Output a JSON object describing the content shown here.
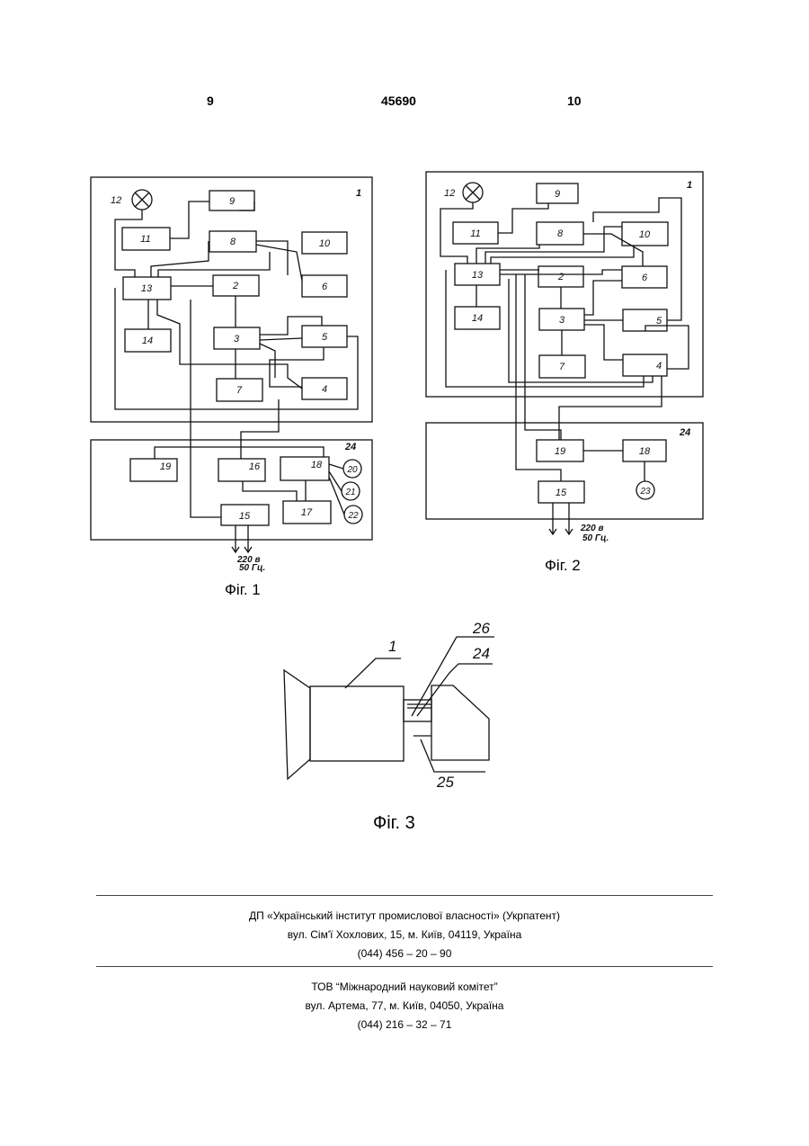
{
  "header": {
    "page_left": "9",
    "patent_number": "45690",
    "page_right": "10"
  },
  "fig1": {
    "caption": "Фіг. 1",
    "frame_top_label": "1",
    "frame_bottom_label": "24",
    "blocks": [
      "9",
      "11",
      "8",
      "10",
      "13",
      "2",
      "6",
      "14",
      "3",
      "5",
      "7",
      "4",
      "19",
      "16",
      "18",
      "17",
      "15"
    ],
    "circles": [
      "20",
      "21",
      "22"
    ],
    "lamp_label": "12",
    "power_label_1": "220 в",
    "power_label_2": "50 Гц."
  },
  "fig2": {
    "caption": "Фіг. 2",
    "frame_top_label": "1",
    "frame_bottom_label": "24",
    "blocks": [
      "9",
      "11",
      "8",
      "10",
      "13",
      "2",
      "6",
      "14",
      "3",
      "5",
      "7",
      "4",
      "19",
      "18",
      "15"
    ],
    "circles": [
      "23"
    ],
    "lamp_label": "12",
    "power_label_1": "220 в",
    "power_label_2": "50 Гц."
  },
  "fig3": {
    "caption": "Фіг. 3",
    "label_1": "1",
    "label_26": "26",
    "label_24": "24",
    "label_25": "25"
  },
  "footer": {
    "org1_name": "ДП «Український інститут промислової власності» (Укрпатент)",
    "org1_address": "вул. Сім'ї Хохлових, 15, м. Київ, 04119, Україна",
    "org1_phone": "(044) 456 – 20 – 90",
    "org2_name": "ТОВ “Міжнародний науковий комітет”",
    "org2_address": "вул. Артема, 77, м. Київ, 04050, Україна",
    "org2_phone": "(044) 216 – 32 – 71"
  }
}
